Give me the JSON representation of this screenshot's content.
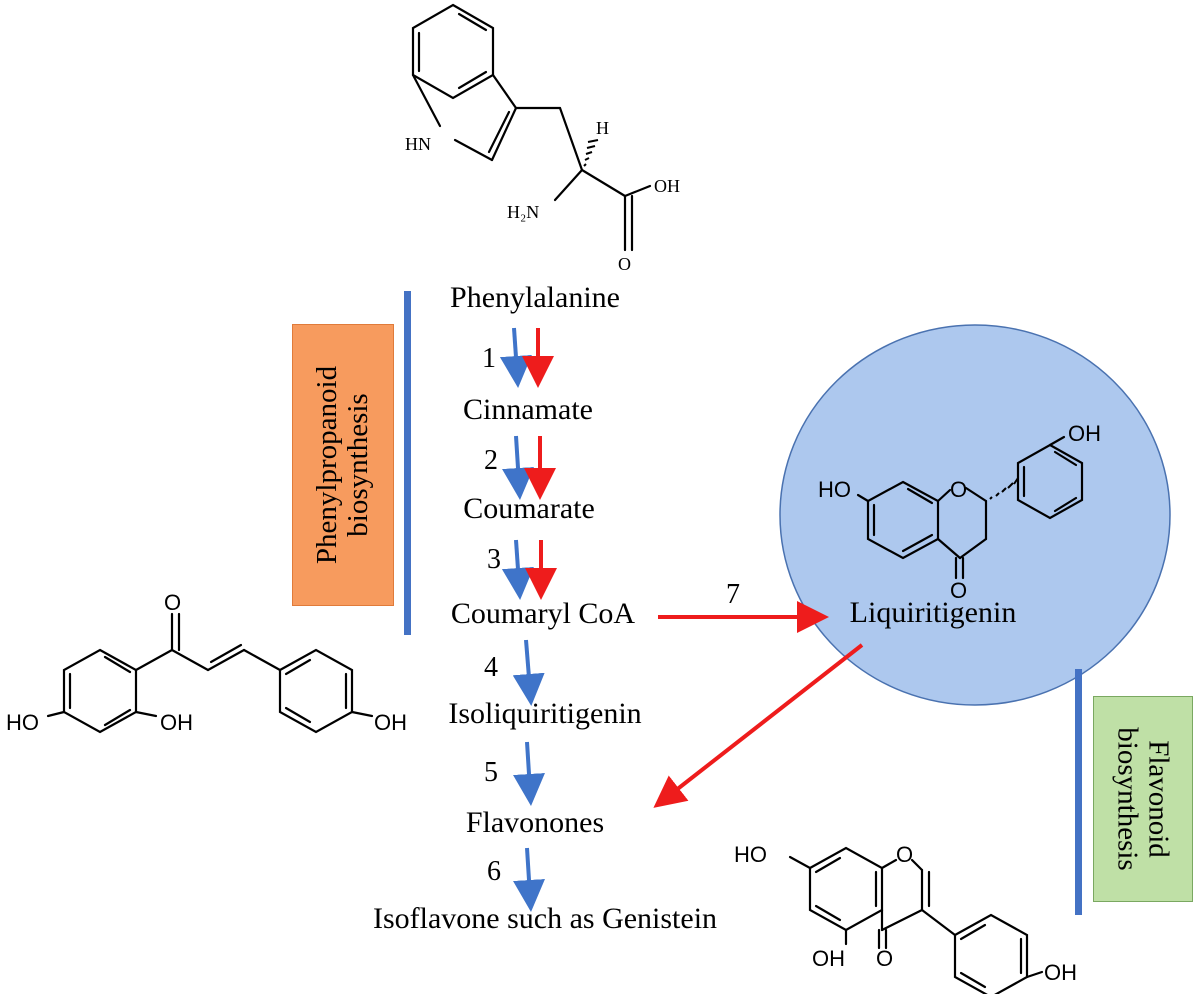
{
  "pathway": {
    "steps": [
      {
        "label": "Phenylalanine"
      },
      {
        "label": "Cinnamate"
      },
      {
        "label": "Coumarate"
      },
      {
        "label": "Coumaryl CoA"
      },
      {
        "label": "Isoliquiritigenin"
      },
      {
        "label": "Flavonones"
      },
      {
        "label": "Isoflavone such as Genistein"
      }
    ],
    "branch_product": "Liquiritigenin",
    "arrow_numbers": [
      "1",
      "2",
      "3",
      "4",
      "5",
      "6",
      "7"
    ]
  },
  "sections": {
    "phenylpropanoid": {
      "line1": "Phenylpropanoid",
      "line2": "biosynthesis"
    },
    "flavonoid": {
      "line1": "Flavonoid",
      "line2": "biosynthesis"
    }
  },
  "atoms": {
    "tryptophan": {
      "nh": "HN",
      "h": "H",
      "oh": "OH",
      "o": "O",
      "h2n": "H₂N"
    },
    "liquiritigenin": {
      "ho": "HO",
      "o_ring": "O",
      "oh": "OH",
      "o_keto": "O"
    },
    "chalcone": {
      "o": "O",
      "ho": "HO",
      "oh_ortho": "OH",
      "oh_para": "OH"
    },
    "genistein": {
      "ho": "HO",
      "o_ring": "O",
      "oh5": "OH",
      "o_keto": "O",
      "oh": "OH"
    }
  },
  "colors": {
    "blue_arrow": "#3f74c9",
    "red_arrow": "#ee1c1c",
    "divider_blue": "#4472c4",
    "circle_fill": "#adc8ee",
    "circle_stroke": "#4a72b0",
    "phenyl_box": "#f79b5e",
    "phenyl_box_stroke": "#e07b3a",
    "flav_box": "#bfe0a6",
    "flav_box_stroke": "#7aa861"
  }
}
